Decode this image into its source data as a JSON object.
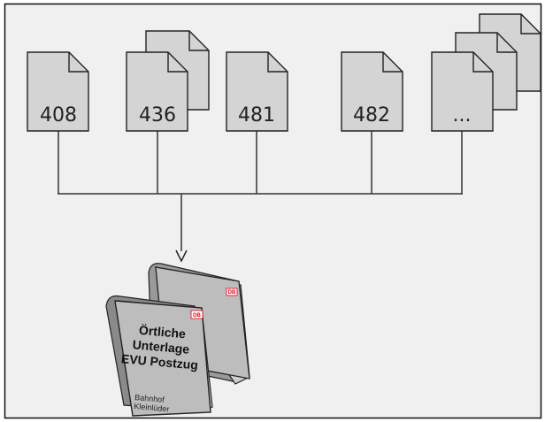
{
  "documents": [
    {
      "label": "408"
    },
    {
      "label": "436"
    },
    {
      "label": "481"
    },
    {
      "label": "482"
    },
    {
      "label": "..."
    }
  ],
  "binder": {
    "title_lines": [
      "Örtliche",
      "Unterlage",
      "EVU Postzug"
    ],
    "station_lines": [
      "Bahnhof",
      "Kleinlüder"
    ],
    "logo": "DB"
  },
  "colors": {
    "background": "#f0f0f0",
    "document_fill": "#d4d4d4",
    "stroke": "#222222",
    "binder_cover": "#bdbdbd",
    "db_red": "#e2001a"
  }
}
